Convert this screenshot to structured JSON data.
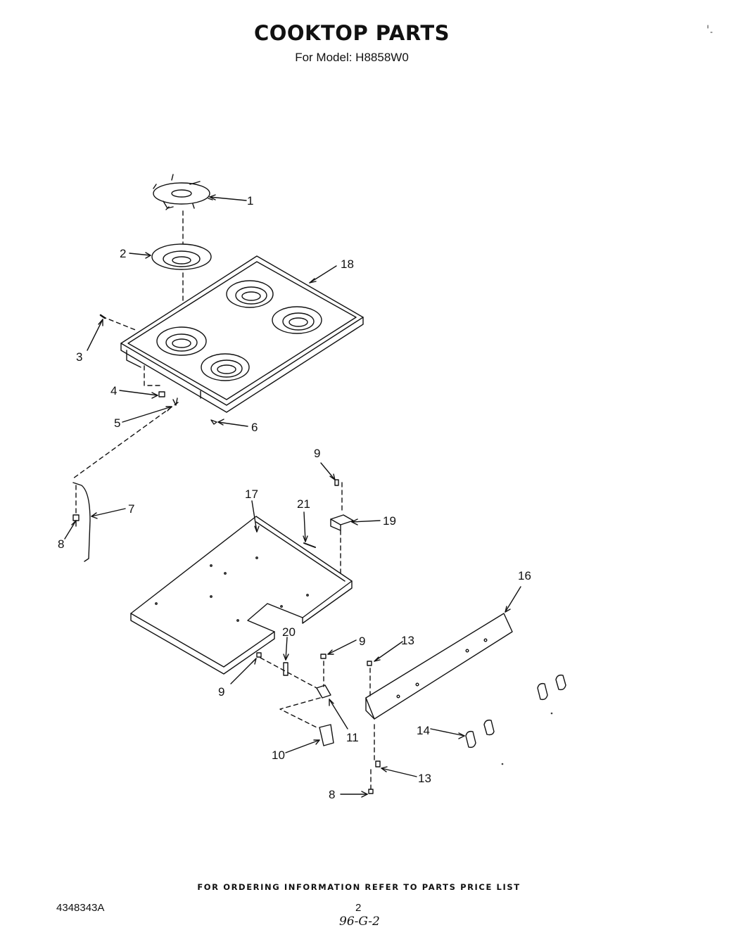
{
  "header": {
    "title": "COOKTOP PARTS",
    "subtitle": "For Model: H8858W0"
  },
  "callouts": {
    "c1": "1",
    "c2": "2",
    "c3": "3",
    "c4": "4",
    "c5": "5",
    "c6": "6",
    "c7": "7",
    "c8a": "8",
    "c8b": "8",
    "c9a": "9",
    "c9b": "9",
    "c9c": "9",
    "c10": "10",
    "c11": "11",
    "c13a": "13",
    "c13b": "13",
    "c14": "14",
    "c16": "16",
    "c17": "17",
    "c18": "18",
    "c19": "19",
    "c20": "20",
    "c21": "21"
  },
  "footer": {
    "note": "FOR ORDERING INFORMATION REFER TO PARTS PRICE LIST",
    "doc_number": "4348343A",
    "page": "2",
    "handwritten": "96-G-2"
  }
}
